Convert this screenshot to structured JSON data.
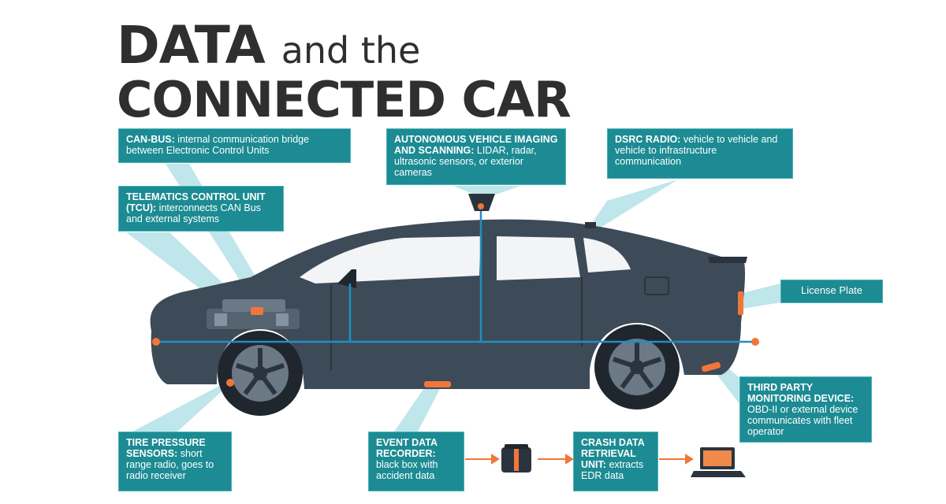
{
  "title": {
    "line1_bold": "DATA",
    "line1_light": "and the",
    "line2": "CONNECTED CAR"
  },
  "callouts": {
    "can_bus": {
      "heading": "CAN-BUS:",
      "text": "internal communication bridge between Electronic Control Units"
    },
    "tcu": {
      "heading": "TELEMATICS CONTROL UNIT (TCU):",
      "text": "interconnects CAN Bus and external systems"
    },
    "autonomous": {
      "heading": "AUTONOMOUS VEHICLE IMAGING AND SCANNING:",
      "text": "LIDAR, radar, ultrasonic sensors, or exterior cameras"
    },
    "dsrc": {
      "heading": "DSRC RADIO:",
      "text": "vehicle to vehicle and vehicle to infrastructure communication"
    },
    "license_plate": {
      "text": "License Plate"
    },
    "third_party": {
      "heading": "THIRD PARTY MONITORING DEVICE:",
      "text": "OBD-II or external device communicates with fleet operator"
    },
    "tire_pressure": {
      "heading": "TIRE PRESSURE SENSORS:",
      "text": "short range radio, goes to radio receiver"
    },
    "event_data": {
      "heading": "EVENT DATA RECORDER:",
      "text": "black box with accident data"
    },
    "crash_data": {
      "heading": "CRASH DATA RETRIEVAL UNIT:",
      "text": "extracts EDR data"
    }
  },
  "colors": {
    "teal": "#1c8b93",
    "beam": "#bfe6ea",
    "car_body": "#3d4a57",
    "car_dark": "#2b343e",
    "glass": "#f2f4f6",
    "sensor_orange": "#f0763a",
    "bus_line": "#1e8fc6",
    "title_text": "#2f2f2f"
  },
  "icons": {
    "sensor": "orange-sensor-icon",
    "black_box": "black-box-icon",
    "laptop": "laptop-icon",
    "arrow": "arrow-right-icon"
  }
}
